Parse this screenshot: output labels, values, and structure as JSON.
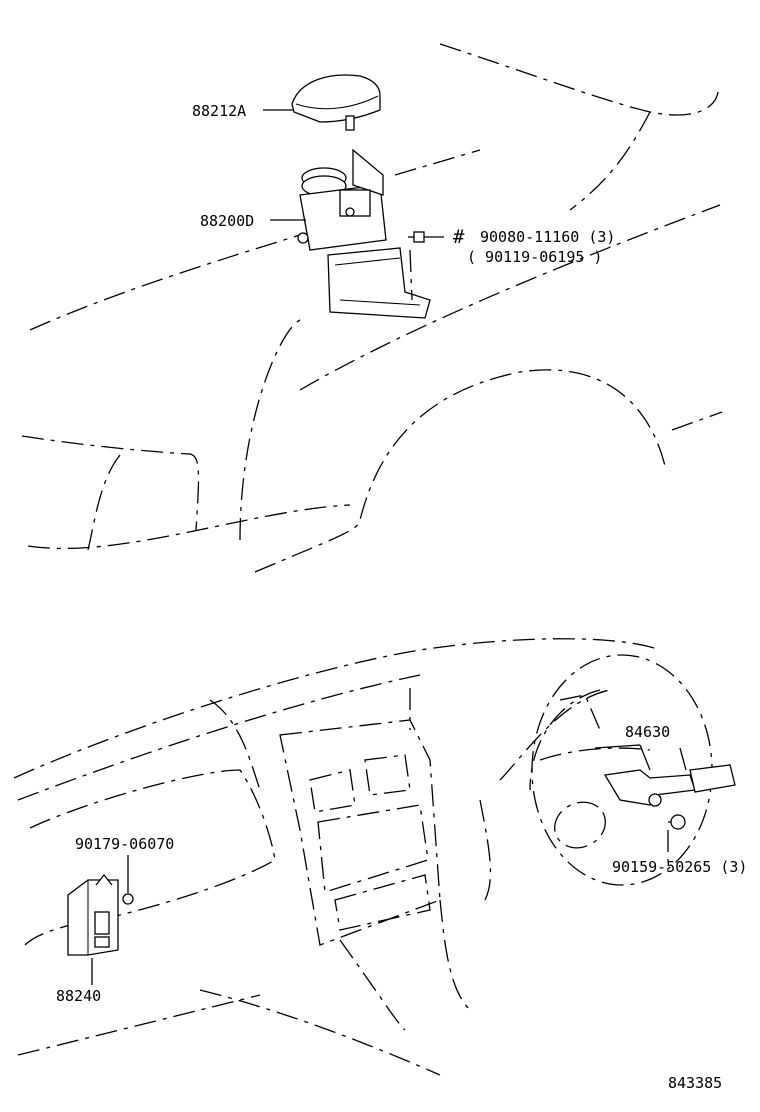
{
  "parts": {
    "p88212A": "88212A",
    "p88200D": "88200D",
    "mark": "#",
    "p90080": "90080-11160 (3)",
    "p90119": "( 90119-06195 )",
    "p84630": "84630",
    "p90179": "90179-06070",
    "p90159": "90159-50265 (3)",
    "p88240": "88240"
  },
  "drawing_number": "843385"
}
